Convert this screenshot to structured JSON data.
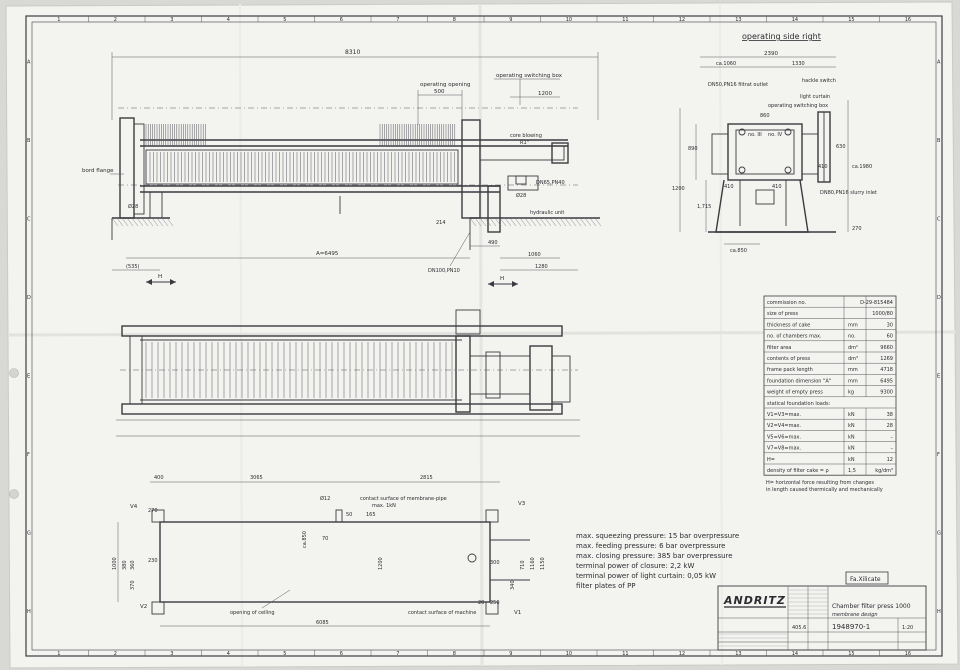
{
  "views": {
    "side_view": {
      "overall_length": "8310",
      "operating_opening_label": "operating opening",
      "operating_opening_value": "500",
      "operating_switching_box": "operating switching box",
      "dim_1200": "1200",
      "core_blowing": "core blowing",
      "core_blowing_size": "R1\"",
      "bord_flange": "bord flange",
      "pos_1": "Ø28",
      "pos_2": "Ø28",
      "dn65": "DN65,PN40",
      "hydraulic_unit": "hydraulic unit",
      "dim_214": "214",
      "dim_490": "490",
      "dim_1060": "1060",
      "dim_1280": "1280",
      "a_dim": "A=6495",
      "dim_1535": "(535)",
      "dn100": "DN100,PN10",
      "h_left": "H",
      "h_right": "H"
    },
    "end_view": {
      "title": "operating side right",
      "dim_2390": "2390",
      "dim_ca1060": "ca.1060",
      "dim_1330": "1330",
      "filtrate_outlet": "DN50,PN16 filtrat outlet",
      "hackle_switch": "hackle switch",
      "light_curtain": "light curtain",
      "operating_switching_box": "operating switching box",
      "dim_860": "860",
      "dim_890": "890",
      "dim_1200": "1200",
      "dim_1715": "1,715",
      "dim_410": "410",
      "dim_410b": "410",
      "dim_410c": "410",
      "dim_ca1980": "ca.1980",
      "dim_630": "630",
      "dim_270": "270",
      "dim_ca850": "ca.850",
      "dn80": "DN80,PN16 slurry inlet",
      "hno_l": "no. III",
      "hno_r": "no. IV"
    },
    "foundation_plan": {
      "dim_400": "400",
      "dim_3065": "3065",
      "dim_2815": "2815",
      "dim_670": "Ø12",
      "membrane_pipe": "contact surface of membrane-pipe",
      "max_note": "max. 1kN",
      "dim_165": "165",
      "dim_50": "50",
      "v4": "V4",
      "v3": "V3",
      "v2": "V2",
      "v1": "V1",
      "dim_270": "270",
      "dim_1000": "1000",
      "dim_380": "380",
      "dim_360": "360",
      "dim_370": "370",
      "dim_230": "230",
      "dim_ca850": "ca.850",
      "dim_70": "70",
      "dim_1200": "1200",
      "dim_300": "300",
      "dim_340": "340",
      "dim_710": "710",
      "dim_1160": "1160",
      "dim_1150": "1150",
      "dim_20": "20",
      "dim_250": "250",
      "dim_6085": "6085",
      "opening_ceiling": "opening of ceiling",
      "contact_machine": "contact surface of machine"
    }
  },
  "notes": [
    "max. squeezing pressure: 15 bar overpressure",
    "max. feeding pressure: 6 bar overpressure",
    "max. closing pressure: 385 bar overpressure",
    "terminal power of closure: 2,2 kW",
    "terminal power of light curtain: 0,05 kW",
    "filter plates of PP"
  ],
  "spec_table": {
    "rows": [
      {
        "label": "commission no.",
        "unit": "",
        "value": "D-29-815484"
      },
      {
        "label": "size of press",
        "unit": "",
        "value": "1000/80"
      },
      {
        "label": "thickness of cake",
        "unit": "mm",
        "value": "30"
      },
      {
        "label": "no. of chambers max.",
        "unit": "no.",
        "value": "60"
      },
      {
        "label": "filter area",
        "unit": "dm²",
        "value": "9660"
      },
      {
        "label": "contents of press",
        "unit": "dm³",
        "value": "1269"
      },
      {
        "label": "frame pack length",
        "unit": "mm",
        "value": "4718"
      },
      {
        "label": "foundation dimension \"A\"",
        "unit": "mm",
        "value": "6495"
      },
      {
        "label": "weight of empty press",
        "unit": "kg",
        "value": "9300"
      },
      {
        "label": "statical foundation loads:",
        "unit": "",
        "value": ""
      },
      {
        "label": "V1=V3=max.",
        "unit": "kN",
        "value": "38"
      },
      {
        "label": "V2=V4=max.",
        "unit": "kN",
        "value": "28"
      },
      {
        "label": "V5=V6=max.",
        "unit": "kN",
        "value": "–"
      },
      {
        "label": "V7=V8=max.",
        "unit": "kN",
        "value": "–"
      },
      {
        "label": "H=",
        "unit": "kN",
        "value": "12"
      },
      {
        "label": "density of filter cake = ρ",
        "unit": "1,5",
        "value": "kg/dm³"
      }
    ],
    "footnote_1": "H= horizontal force resulting from changes",
    "footnote_2": "in length caused thermically and mechanically"
  },
  "title_block": {
    "stamp": "Fa.Xilicate",
    "logo": "ANDRITZ",
    "product": "Chamber filter press 1000",
    "variant": "membrane design",
    "drawing_no": "1948970-1",
    "scale_no": "405.6",
    "sheet": "1:20"
  },
  "border": {
    "top_numbers": [
      "1",
      "2",
      "3",
      "4",
      "5",
      "6",
      "7",
      "8",
      "9",
      "10",
      "11",
      "12",
      "13",
      "14",
      "15",
      "16"
    ],
    "side_letters": [
      "A",
      "B",
      "C",
      "D",
      "E",
      "F",
      "G",
      "H"
    ]
  }
}
